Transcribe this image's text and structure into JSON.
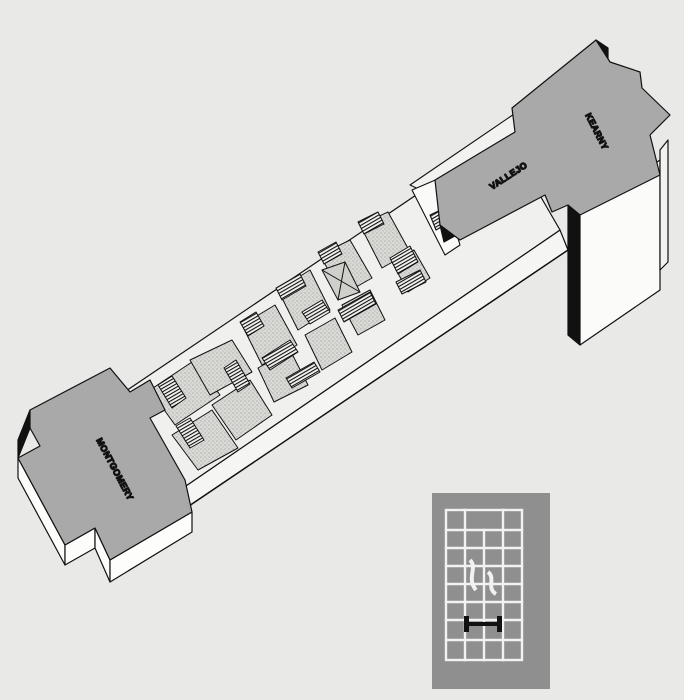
{
  "streets": {
    "montgomery": "MONTGOMERY",
    "vallejo": "VALLEJO",
    "kearny": "KEARNY"
  },
  "colors": {
    "background": "#e9e9e7",
    "ink": "#111111",
    "intersection_fill": "#a9a9a9",
    "stair_fill": "#d8d8d4",
    "key_map_fill": "#8f8f8f",
    "key_map_lines": "#f2f2f2"
  },
  "icons": {
    "key_map": "locator-map-icon",
    "highlight": "route-marker-icon"
  }
}
